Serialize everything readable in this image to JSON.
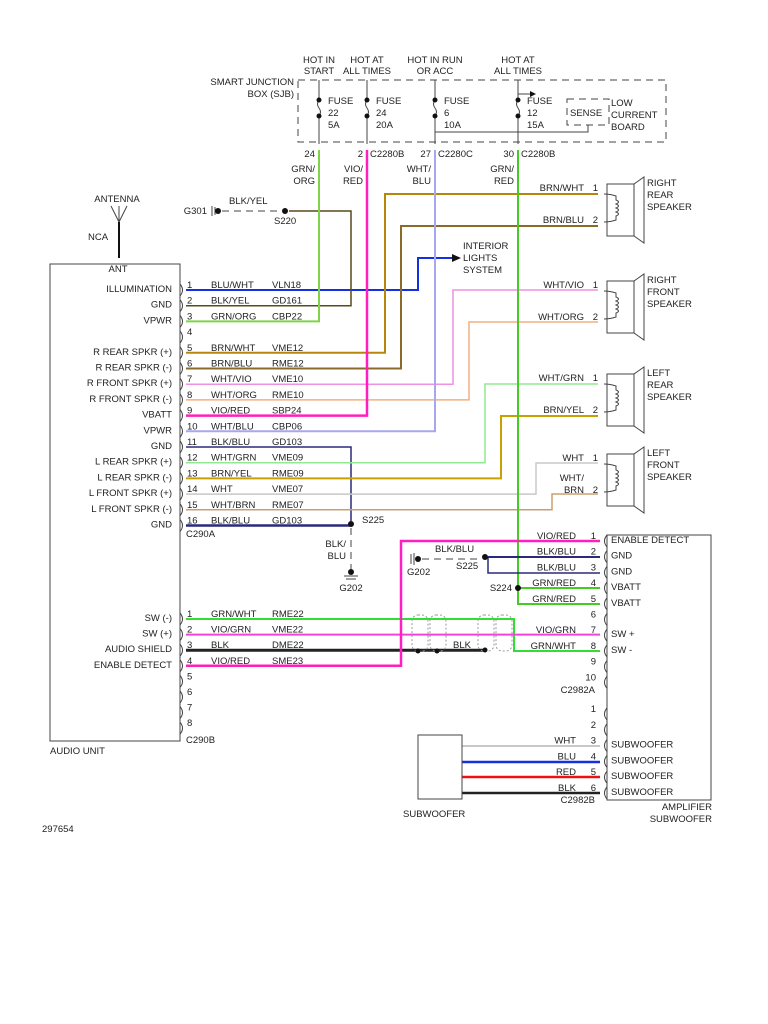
{
  "figure_id": "297654",
  "colors": {
    "grn_org": "#7fd34a",
    "vio_red": "#ff1fbf",
    "wht_blu": "#a7a7f0",
    "grn_red": "#44cc22",
    "brn_wht": "#b8860b",
    "brn_blu": "#8b6b2a",
    "blu_wht": "#1530e0",
    "blk_yel": "#5a4a1a",
    "wht_vio": "#f090e0",
    "wht_org": "#f0b080",
    "blk_blu": "#2a2a7a",
    "wht_grn": "#90e890",
    "brn_yel": "#c8a000",
    "wht": "#c8c8c8",
    "wht_brn": "#c8a070",
    "grn_wht": "#33dd33",
    "vio_grn": "#ee44dd",
    "blk": "#222222",
    "blu": "#1530e0",
    "red": "#ee1111"
  },
  "sjb": {
    "title_line1": "SMART JUNCTION",
    "title_line2": "BOX (SJB)",
    "feeds": [
      {
        "l1": "HOT IN",
        "l2": "START",
        "fuse": "FUSE",
        "num": "22",
        "amp": "5A",
        "pin": "24",
        "conn": ""
      },
      {
        "l1": "HOT AT",
        "l2": "ALL TIMES",
        "fuse": "FUSE",
        "num": "24",
        "amp": "20A",
        "pin": "2",
        "conn": "C2280B"
      },
      {
        "l1": "HOT IN RUN",
        "l2": "OR ACC",
        "fuse": "FUSE",
        "num": "6",
        "amp": "10A",
        "pin": "27",
        "conn": "C2280C"
      },
      {
        "l1": "HOT AT",
        "l2": "ALL TIMES",
        "fuse": "FUSE",
        "num": "12",
        "amp": "15A",
        "pin": "30",
        "conn": "C2280B"
      }
    ],
    "sense": "SENSE",
    "lcb_l1": "LOW",
    "lcb_l2": "CURRENT",
    "lcb_l3": "BOARD"
  },
  "sjb_wires": [
    {
      "l1": "GRN/",
      "l2": "ORG"
    },
    {
      "l1": "VIO/",
      "l2": "RED"
    },
    {
      "l1": "WHT/",
      "l2": "BLU"
    },
    {
      "l1": "GRN/",
      "l2": "RED"
    }
  ],
  "antenna": {
    "label": "ANTENNA",
    "nca": "NCA",
    "ant": "ANT"
  },
  "g301": {
    "ground": "G301",
    "wire": "BLK/YEL",
    "splice": "S220"
  },
  "interior_lights": {
    "l1": "INTERIOR",
    "l2": "LIGHTS",
    "l3": "SYSTEM"
  },
  "audio_unit": {
    "title": "AUDIO UNIT",
    "conn_a": "C290A",
    "conn_b": "C290B",
    "pins_a": [
      {
        "func": "ILLUMINATION",
        "pin": "1",
        "color": "BLU/WHT",
        "circuit": "VLN18"
      },
      {
        "func": "GND",
        "pin": "2",
        "color": "BLK/YEL",
        "circuit": "GD161"
      },
      {
        "func": "VPWR",
        "pin": "3",
        "color": "GRN/ORG",
        "circuit": "CBP22"
      },
      {
        "func": "",
        "pin": "4",
        "color": "",
        "circuit": ""
      },
      {
        "func": "R REAR SPKR (+)",
        "pin": "5",
        "color": "BRN/WHT",
        "circuit": "VME12"
      },
      {
        "func": "R REAR SPKR (-)",
        "pin": "6",
        "color": "BRN/BLU",
        "circuit": "RME12"
      },
      {
        "func": "R FRONT SPKR (+)",
        "pin": "7",
        "color": "WHT/VIO",
        "circuit": "VME10"
      },
      {
        "func": "R FRONT SPKR (-)",
        "pin": "8",
        "color": "WHT/ORG",
        "circuit": "RME10"
      },
      {
        "func": "VBATT",
        "pin": "9",
        "color": "VIO/RED",
        "circuit": "SBP24"
      },
      {
        "func": "VPWR",
        "pin": "10",
        "color": "WHT/BLU",
        "circuit": "CBP06"
      },
      {
        "func": "GND",
        "pin": "11",
        "color": "BLK/BLU",
        "circuit": "GD103"
      },
      {
        "func": "L REAR SPKR (+)",
        "pin": "12",
        "color": "WHT/GRN",
        "circuit": "VME09"
      },
      {
        "func": "L REAR SPKR (-)",
        "pin": "13",
        "color": "BRN/YEL",
        "circuit": "RME09"
      },
      {
        "func": "L FRONT SPKR (+)",
        "pin": "14",
        "color": "WHT",
        "circuit": "VME07"
      },
      {
        "func": "L FRONT SPKR (-)",
        "pin": "15",
        "color": "WHT/BRN",
        "circuit": "RME07"
      },
      {
        "func": "GND",
        "pin": "16",
        "color": "BLK/BLU",
        "circuit": "GD103"
      }
    ],
    "pins_b": [
      {
        "func": "SW (-)",
        "pin": "1",
        "color": "GRN/WHT",
        "circuit": "RME22"
      },
      {
        "func": "SW (+)",
        "pin": "2",
        "color": "VIO/GRN",
        "circuit": "VME22"
      },
      {
        "func": "AUDIO SHIELD",
        "pin": "3",
        "color": "BLK",
        "circuit": "DME22"
      },
      {
        "func": "ENABLE DETECT",
        "pin": "4",
        "color": "VIO/RED",
        "circuit": "SME23"
      },
      {
        "func": "",
        "pin": "5",
        "color": "",
        "circuit": ""
      },
      {
        "func": "",
        "pin": "6",
        "color": "",
        "circuit": ""
      },
      {
        "func": "",
        "pin": "7",
        "color": "",
        "circuit": ""
      },
      {
        "func": "",
        "pin": "8",
        "color": "",
        "circuit": ""
      }
    ]
  },
  "speakers": [
    {
      "name_l1": "RIGHT",
      "name_l2": "REAR",
      "name_l3": "SPEAKER",
      "w1": "BRN/WHT",
      "p1": "1",
      "w2": "BRN/BLU",
      "p2": "2"
    },
    {
      "name_l1": "RIGHT",
      "name_l2": "FRONT",
      "name_l3": "SPEAKER",
      "w1": "WHT/VIO",
      "p1": "1",
      "w2": "WHT/ORG",
      "p2": "2"
    },
    {
      "name_l1": "LEFT",
      "name_l2": "REAR",
      "name_l3": "SPEAKER",
      "w1": "WHT/GRN",
      "p1": "1",
      "w2": "BRN/YEL",
      "p2": "2"
    },
    {
      "name_l1": "LEFT",
      "name_l2": "FRONT",
      "name_l3": "SPEAKER",
      "w1": "WHT",
      "p1": "1",
      "w2a": "WHT/",
      "w2b": "BRN",
      "p2": "2"
    }
  ],
  "s225_left": {
    "splice": "S225",
    "wire_l1": "BLK/",
    "wire_l2": "BLU",
    "ground": "G202"
  },
  "g202_right": {
    "ground": "G202",
    "wire": "BLK/BLU",
    "splice": "S225"
  },
  "s224": "S224",
  "shield_wire": "BLK",
  "amplifier": {
    "title_l1": "AMPLIFIER",
    "title_l2": "SUBWOOFER",
    "conn_a": "C2982A",
    "conn_b": "C2982B",
    "pins_a": [
      {
        "pin": "1",
        "color": "VIO/RED",
        "func": "ENABLE DETECT"
      },
      {
        "pin": "2",
        "color": "BLK/BLU",
        "func": "GND"
      },
      {
        "pin": "3",
        "color": "BLK/BLU",
        "func": "GND"
      },
      {
        "pin": "4",
        "color": "GRN/RED",
        "func": "VBATT"
      },
      {
        "pin": "5",
        "color": "GRN/RED",
        "func": "VBATT"
      },
      {
        "pin": "6",
        "color": "",
        "func": ""
      },
      {
        "pin": "7",
        "color": "VIO/GRN",
        "func": "SW +"
      },
      {
        "pin": "8",
        "color": "GRN/WHT",
        "func": "SW -"
      },
      {
        "pin": "9",
        "color": "",
        "func": ""
      },
      {
        "pin": "10",
        "color": "",
        "func": ""
      }
    ],
    "pins_b": [
      {
        "pin": "1",
        "color": "",
        "func": ""
      },
      {
        "pin": "2",
        "color": "",
        "func": ""
      },
      {
        "pin": "3",
        "color": "WHT",
        "func": "SUBWOOFER"
      },
      {
        "pin": "4",
        "color": "BLU",
        "func": "SUBWOOFER"
      },
      {
        "pin": "5",
        "color": "RED",
        "func": "SUBWOOFER"
      },
      {
        "pin": "6",
        "color": "BLK",
        "func": "SUBWOOFER"
      }
    ]
  },
  "subwoofer": {
    "label": "SUBWOOFER"
  }
}
